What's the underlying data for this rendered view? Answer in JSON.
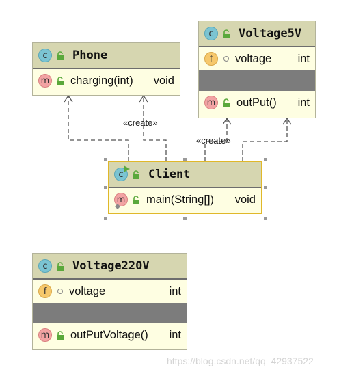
{
  "classes": {
    "phone": {
      "name": "Phone",
      "methods": [
        {
          "name": "charging(int)",
          "type": "void"
        }
      ]
    },
    "voltage5v": {
      "name": "Voltage5V",
      "fields": [
        {
          "name": "voltage",
          "type": "int"
        }
      ],
      "methods": [
        {
          "name": "outPut()",
          "type": "int"
        }
      ]
    },
    "client": {
      "name": "Client",
      "methods": [
        {
          "name": "main(String[])",
          "type": "void"
        }
      ]
    },
    "voltage220v": {
      "name": "Voltage220V",
      "fields": [
        {
          "name": "voltage",
          "type": "int"
        }
      ],
      "methods": [
        {
          "name": "outPutVoltage()",
          "type": "int"
        }
      ]
    }
  },
  "icons": {
    "class": "c",
    "method": "m",
    "field": "f"
  },
  "relations": {
    "create_label_1": "«create»",
    "create_label_2": "«create»"
  },
  "watermark": "https://blog.csdn.net/qq_42937522",
  "colors": {
    "class_fill": "#fefee2",
    "header_fill": "#d6d6b0",
    "selected_border": "#e0b82a",
    "lock_green": "#5aa83b"
  }
}
